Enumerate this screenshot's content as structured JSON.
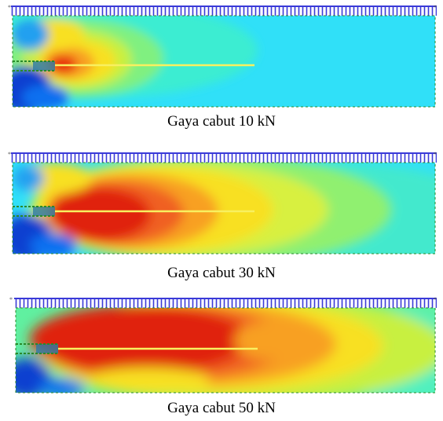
{
  "colors": {
    "load_bar": "#3a3ad8",
    "soil_background": "#30e0f8",
    "boundary_marker": "#2a8a2a",
    "anchor_line": "#f8f060",
    "high_stress": "#e02010",
    "low_stress": "#1040d0"
  },
  "panels": [
    {
      "caption": "Gaya cabut 10 kN",
      "pullout_force_kN": 10
    },
    {
      "caption": "Gaya cabut 30 kN",
      "pullout_force_kN": 30
    },
    {
      "caption": "Gaya cabut 50 kN",
      "pullout_force_kN": 50
    }
  ]
}
